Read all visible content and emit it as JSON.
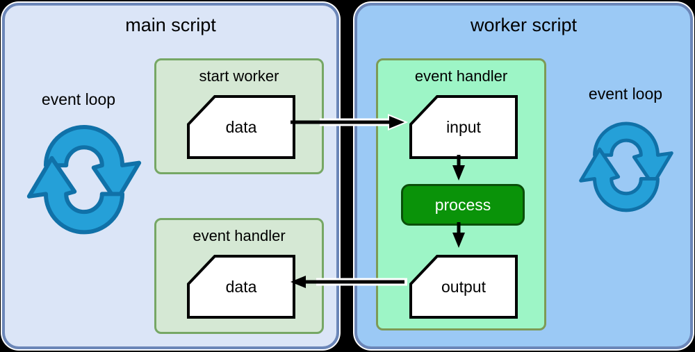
{
  "colors": {
    "background": "#000000",
    "main_panel_fill": "#dbe5f7",
    "worker_panel_fill": "#9bc9f5",
    "panel_border": "#6b86b8",
    "green_group_fill": "#d5e8d4",
    "green_group_border": "#76a765",
    "mint_group_fill": "#9df5c6",
    "mint_group_border": "#7d9a55",
    "process_fill": "#0a9309",
    "process_border": "#0a4f0a",
    "process_text": "#ffffff",
    "node_fill": "#ffffff",
    "node_border": "#000000",
    "loop_icon_fill": "#25a0d8",
    "loop_icon_stroke": "#1071a8",
    "arrow_color": "#000000"
  },
  "main_panel": {
    "title": "main script",
    "event_loop_label": "event loop",
    "start_worker_group": {
      "label": "start worker",
      "node_label": "data"
    },
    "event_handler_group": {
      "label": "event handler",
      "node_label": "data"
    }
  },
  "worker_panel": {
    "title": "worker script",
    "event_loop_label": "event loop",
    "event_handler_group": {
      "label": "event handler",
      "input_label": "input",
      "process_label": "process",
      "output_label": "output"
    }
  }
}
